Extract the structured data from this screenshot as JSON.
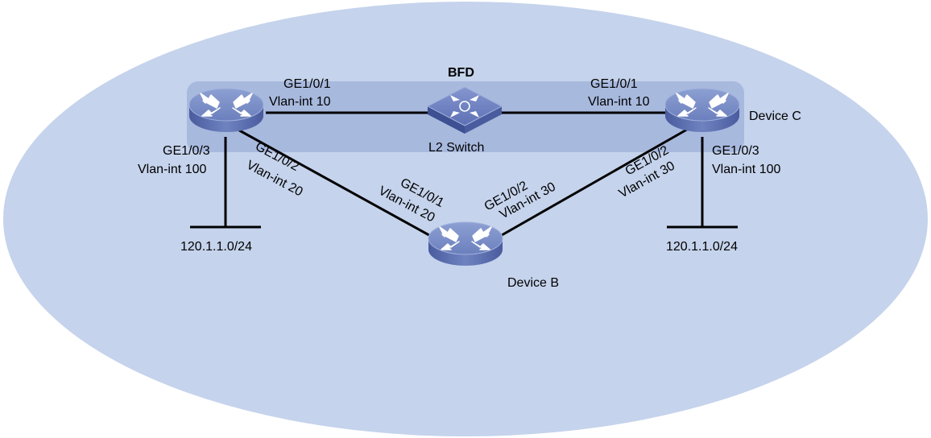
{
  "colors": {
    "background_ellipse": "#c5d3ec",
    "bfd_band": "#a8b9de",
    "device_top": "#7f93c8",
    "device_side": "#5668a8",
    "link": "#000000"
  },
  "bfd": {
    "title": "BFD"
  },
  "devices": {
    "left": {
      "name": ""
    },
    "switch": {
      "name": "L2 Switch"
    },
    "device_b": {
      "name": "Device B"
    },
    "device_c": {
      "name": "Device C"
    }
  },
  "interfaces": {
    "left_ge101": {
      "port": "GE1/0/1",
      "vlan": "Vlan-int 10"
    },
    "left_ge102": {
      "port": "GE1/0/2",
      "vlan": "Vlan-int 20"
    },
    "left_ge103": {
      "port": "GE1/0/3",
      "vlan": "Vlan-int 100"
    },
    "b_ge101": {
      "port": "GE1/0/1",
      "vlan": "Vlan-int 20"
    },
    "b_ge102": {
      "port": "GE1/0/2",
      "vlan": "Vlan-int 30"
    },
    "c_ge101": {
      "port": "GE1/0/1",
      "vlan": "Vlan-int 10"
    },
    "c_ge102": {
      "port": "GE1/0/2",
      "vlan": "Vlan-int 30"
    },
    "c_ge103": {
      "port": "GE1/0/3",
      "vlan": "Vlan-int 100"
    }
  },
  "networks": {
    "left": "120.1.1.0/24",
    "right": "120.1.1.0/24"
  }
}
